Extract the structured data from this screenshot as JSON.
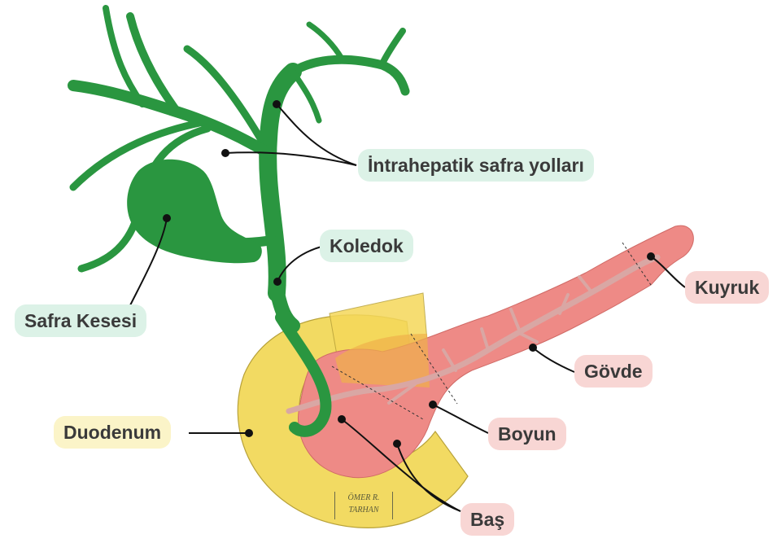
{
  "labels": {
    "intrahepatik": "İntrahepatik safra yolları",
    "koledok": "Koledok",
    "safra_kesesi": "Safra Kesesi",
    "kuyruk": "Kuyruk",
    "govde": "Gövde",
    "duodenum": "Duodenum",
    "boyun": "Boyun",
    "bas": "Baş"
  },
  "signature": {
    "line1": "ÖMER R.",
    "line2": "TARHAN"
  },
  "colors": {
    "biliary": "#2a9640",
    "pancreas": "#ee8a86",
    "duodenum": "#f2da62",
    "label_green": "#dcf2e7",
    "label_pink": "#f8d6d4",
    "label_yellow": "#fbf4c8"
  }
}
